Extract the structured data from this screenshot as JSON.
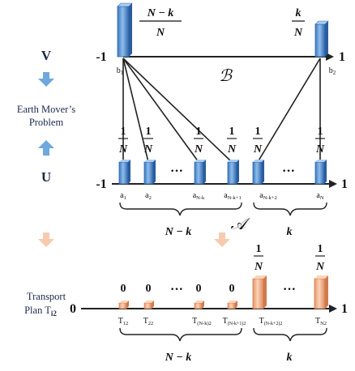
{
  "rows": {
    "v_label": "V",
    "u_label": "U",
    "emd_label_line1": "Earth Mover’s",
    "emd_label_line2": "Problem",
    "tp_label_line1": "Transport",
    "tp_label_line2": "Plan T",
    "tp_label_sub": "i2"
  },
  "v_axis": {
    "left_end": "-1",
    "right_end": "1",
    "b1_label": "b",
    "b1_sub": "1",
    "b2_label": "b",
    "b2_sub": "2",
    "set_label": "ℬ",
    "b1_weight_num": "N − k",
    "b1_weight_den": "N",
    "b2_weight_num": "k",
    "b2_weight_den": "N"
  },
  "u_axis": {
    "left_end": "-1",
    "right_end": "1",
    "weight_num": "1",
    "weight_den": "N",
    "dots": "···",
    "points": [
      {
        "name": "a",
        "sub": "1"
      },
      {
        "name": "a",
        "sub": "2"
      },
      {
        "name": "a",
        "sub": "N-k"
      },
      {
        "name": "a",
        "sub": "N-k+1"
      },
      {
        "name": "a",
        "sub": "N-k+2"
      },
      {
        "name": "a",
        "sub": "N"
      }
    ],
    "brace_left": "N − k",
    "brace_right": "k",
    "set_label": "𝒜"
  },
  "tp_axis": {
    "left_end": "0",
    "right_end": "1",
    "zero": "0",
    "weight_num": "1",
    "weight_den": "N",
    "dots": "···",
    "points": [
      {
        "name": "T",
        "sub": "12"
      },
      {
        "name": "T",
        "sub": "22"
      },
      {
        "name": "T",
        "sub": "(N-k)2"
      },
      {
        "name": "T",
        "sub": "(N-k+1)2"
      },
      {
        "name": "T",
        "sub": "(N-k+2)2"
      },
      {
        "name": "T",
        "sub": "N2"
      }
    ],
    "brace_left": "N − k",
    "brace_right": "k"
  },
  "colors": {
    "blue_bar": "#5b9bd5",
    "orange_bar": "#f4b183",
    "arrow_blue": "#6fa8dc",
    "arrow_orange": "#f8cbad"
  }
}
